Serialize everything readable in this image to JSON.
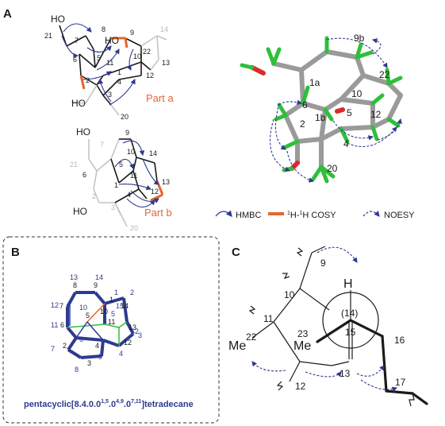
{
  "panels": {
    "a": "A",
    "b": "B",
    "c": "C"
  },
  "partA": {
    "ho_top": "HO",
    "ho_top2": "HO",
    "ho_bottom": "HO",
    "atoms": [
      "21",
      "7",
      "8",
      "9",
      "10",
      "6",
      "5",
      "11",
      "22",
      "14",
      "13",
      "1",
      "2",
      "3",
      "4",
      "12",
      "20"
    ],
    "part_label": "Part a"
  },
  "partB": {
    "ho_left": "HO",
    "atoms": [
      "21",
      "7",
      "6",
      "9",
      "10",
      "14",
      "5",
      "11",
      "13",
      "1",
      "12",
      "2",
      "4",
      "3",
      "20"
    ],
    "part_label": "Part b"
  },
  "model3d": {
    "labels": [
      "9b",
      "1a",
      "22",
      "10",
      "6",
      "1b",
      "5",
      "12",
      "2",
      "4",
      "20"
    ]
  },
  "legend": {
    "hmbc": "HMBC",
    "cosy_sup": "1",
    "cosy_pre": "H-",
    "cosy_post": "H COSY",
    "noesy": "NOESY"
  },
  "panelB": {
    "black_labels": [
      "8",
      "9",
      "7",
      "10",
      "1",
      "14",
      "5",
      "11",
      "6",
      "2",
      "4",
      "3",
      "12",
      "13"
    ],
    "blue_labels": [
      "13",
      "14",
      "1",
      "2",
      "12",
      "10",
      "5",
      "15",
      "11",
      "6",
      "9",
      "2",
      "7",
      "3",
      "4",
      "8"
    ],
    "formula_main": "pentacyclic[8.4.0.0",
    "formula_sup1": "1,5",
    "formula_mid1": ".0",
    "formula_sup2": "4,9",
    "formula_mid2": ".0",
    "formula_sup3": "7,11",
    "formula_end": "]tetradecane"
  },
  "panelC": {
    "labels": [
      "9",
      "10",
      "11",
      "23",
      "22",
      "12",
      "13",
      "15",
      "16",
      "17",
      "(14)"
    ],
    "me1": "Me",
    "me2": "Me",
    "h": "H"
  },
  "colors": {
    "hmbc_arrow": "#2e3a8f",
    "cosy": "#e8652e",
    "bond_blue": "#2e3a8f",
    "carbon_grey": "#9a9a9a",
    "hydrogen_green": "#2fbf3a",
    "oxygen_red": "#d92b2b"
  }
}
